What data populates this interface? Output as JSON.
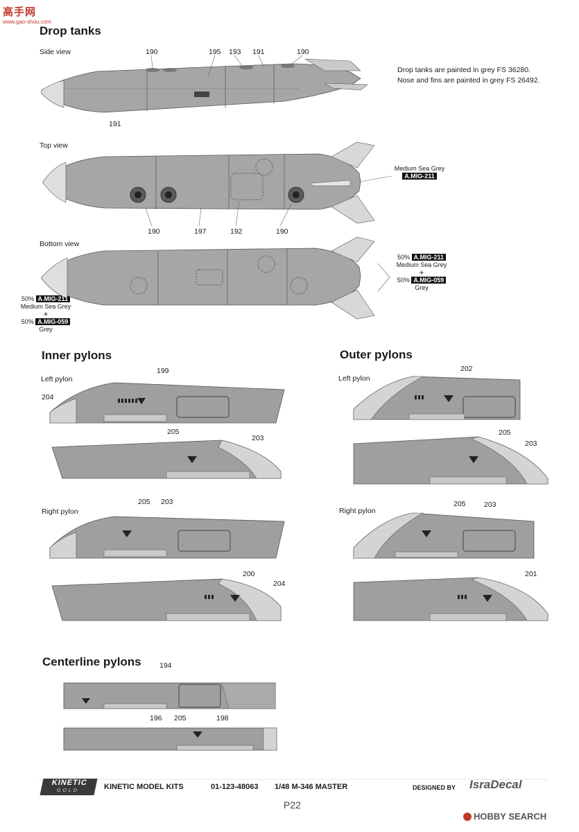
{
  "watermark": {
    "site": "高手网",
    "url": "www.gao-shou.com"
  },
  "drop_tanks": {
    "title": "Drop tanks",
    "side_view_label": "Side view",
    "top_view_label": "Top view",
    "bottom_view_label": "Bottom view",
    "note_line1": "Drop tanks are painted in grey FS 36280.",
    "note_line2": "Nose and fins are painted in grey FS 26492.",
    "side_callouts": [
      "190",
      "195",
      "193",
      "191",
      "190",
      "191"
    ],
    "top_callouts": [
      "190",
      "197",
      "192",
      "190"
    ],
    "medium_sea_grey": "Medium Sea Grey",
    "paint_211": "A.MIG-211",
    "paint_059": "A.MIG-059",
    "pct50": "50%",
    "grey": "Grey",
    "plus": "+"
  },
  "inner_pylons": {
    "title": "Inner pylons",
    "left_label": "Left pylon",
    "right_label": "Right pylon",
    "callouts": [
      "199",
      "204",
      "205",
      "203",
      "205",
      "203",
      "200",
      "204"
    ]
  },
  "outer_pylons": {
    "title": "Outer pylons",
    "left_label": "Left pylon",
    "right_label": "Right pylon",
    "callouts": [
      "202",
      "205",
      "203",
      "205",
      "203",
      "201"
    ]
  },
  "centerline_pylons": {
    "title": "Centerline pylons",
    "callouts": [
      "194",
      "196",
      "205",
      "198"
    ]
  },
  "footer": {
    "logo_top": "KINETIC",
    "logo_bottom": "GOLD",
    "brand": "KINETIC MODEL KITS",
    "code": "01-123-48063",
    "kit": "1/48 M-346 MASTER",
    "designed_by": "DESIGNED BY",
    "designer": "IsraDecal",
    "page": "P22",
    "hobby_search": "HOBBY SEARCH"
  },
  "colors": {
    "tank_grey": "#a4a6a7",
    "nose_grey": "#dcdedf",
    "pylon_grey": "#9d9fa0",
    "label_black": "#111111"
  }
}
